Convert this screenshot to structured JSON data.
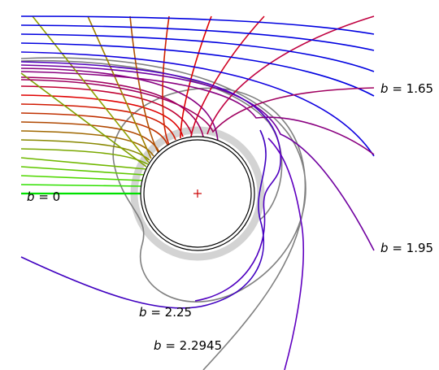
{
  "labels": {
    "b0": "= 0",
    "b165": "= 1.65",
    "b195": "= 1.95",
    "b225": "= 2.25",
    "b22945": "= 2.2945",
    "symbol": "b"
  },
  "colors": {
    "horizon_circle": "#000000",
    "photon_sphere_ring": "#d3d3d3",
    "center_marker": "#cc0000",
    "critical_orbit": "#808080",
    "ray_palette": [
      "#00e000",
      "#7ac700",
      "#a07000",
      "#c02000",
      "#e00000",
      "#b00050",
      "#800080",
      "#6000c0",
      "#2000e0",
      "#0000e0"
    ]
  }
}
